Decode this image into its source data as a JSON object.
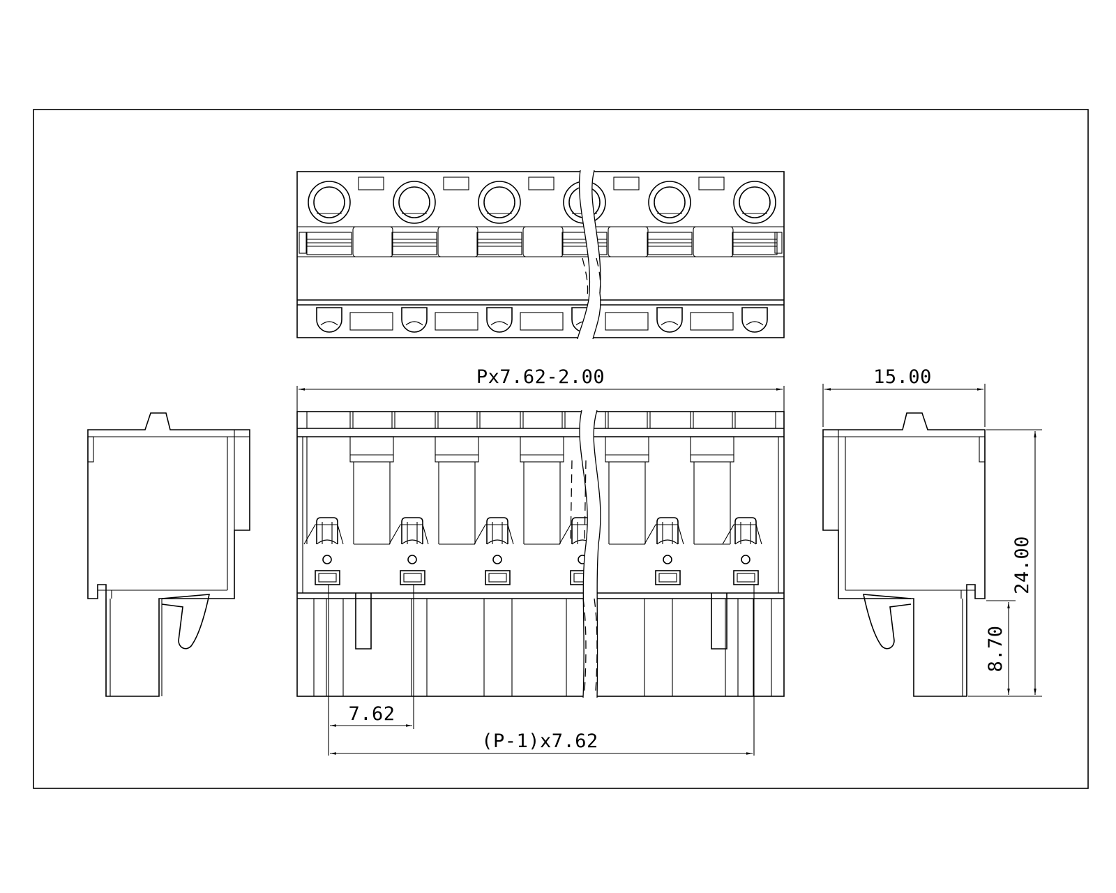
{
  "dimensions": {
    "overall_width": "Px7.62-2.00",
    "pitch": "7.62",
    "span": "(P-1)x7.62",
    "depth": "15.00",
    "height": "24.00",
    "pin_height": "8.70"
  }
}
